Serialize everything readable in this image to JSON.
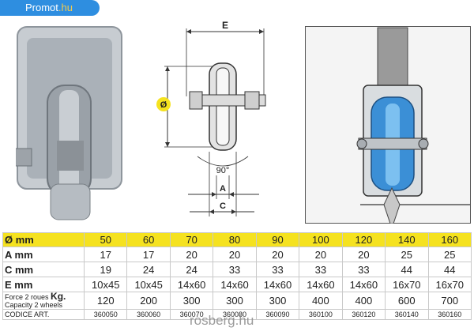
{
  "badge": {
    "part1": "Promot",
    "part2": ".hu"
  },
  "drawing": {
    "label_e": "E",
    "label_a": "A",
    "label_c": "C",
    "label_diam": "Ø",
    "label_angle": "90°"
  },
  "table": {
    "labels": {
      "diam": "Ø mm",
      "a": "A mm",
      "c": "C mm",
      "e": "E mm",
      "force_line1": "Force 2 roues",
      "force_kg": "Kg.",
      "force_line2": "Capacity 2 wheels",
      "code": "CODICE ART."
    },
    "diam": [
      "50",
      "60",
      "70",
      "80",
      "90",
      "100",
      "120",
      "140",
      "160"
    ],
    "a": [
      "17",
      "17",
      "20",
      "20",
      "20",
      "20",
      "20",
      "25",
      "25"
    ],
    "c": [
      "19",
      "24",
      "24",
      "33",
      "33",
      "33",
      "33",
      "44",
      "44"
    ],
    "e": [
      "10x45",
      "10x45",
      "14x60",
      "14x60",
      "14x60",
      "14x60",
      "14x60",
      "16x70",
      "16x70"
    ],
    "force": [
      "120",
      "200",
      "300",
      "300",
      "300",
      "400",
      "400",
      "600",
      "700"
    ],
    "code": [
      "360050",
      "360060",
      "360070",
      "360080",
      "360090",
      "360100",
      "360120",
      "360140",
      "360160"
    ]
  },
  "watermark": "rosberg.hu",
  "colors": {
    "badge": "#2e8ee0",
    "highlight": "#f5e21f",
    "wheel_blue": "#3b8fd6"
  }
}
